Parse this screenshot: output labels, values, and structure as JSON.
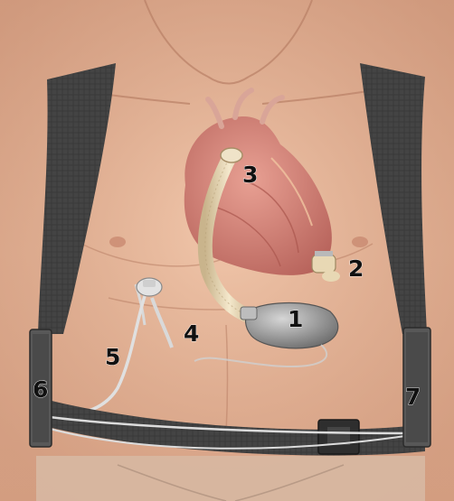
{
  "figure": {
    "callouts": {
      "pump": "1",
      "outflow_connector": "2",
      "aortic_graft": "3",
      "inflow_cannula": "4",
      "driveline": "5",
      "controller": "6",
      "battery_pack": "7"
    }
  },
  "colors": {
    "skin": "#e8b89a",
    "skin_shadow": "#c99577",
    "heart": "#d9857a",
    "heart_dark": "#b8645c",
    "strap": "#4a4a4a",
    "strap_dark": "#333333",
    "graft": "#e9d8b4",
    "device": "#9a9a9a",
    "cable": "#d8d8d8"
  }
}
